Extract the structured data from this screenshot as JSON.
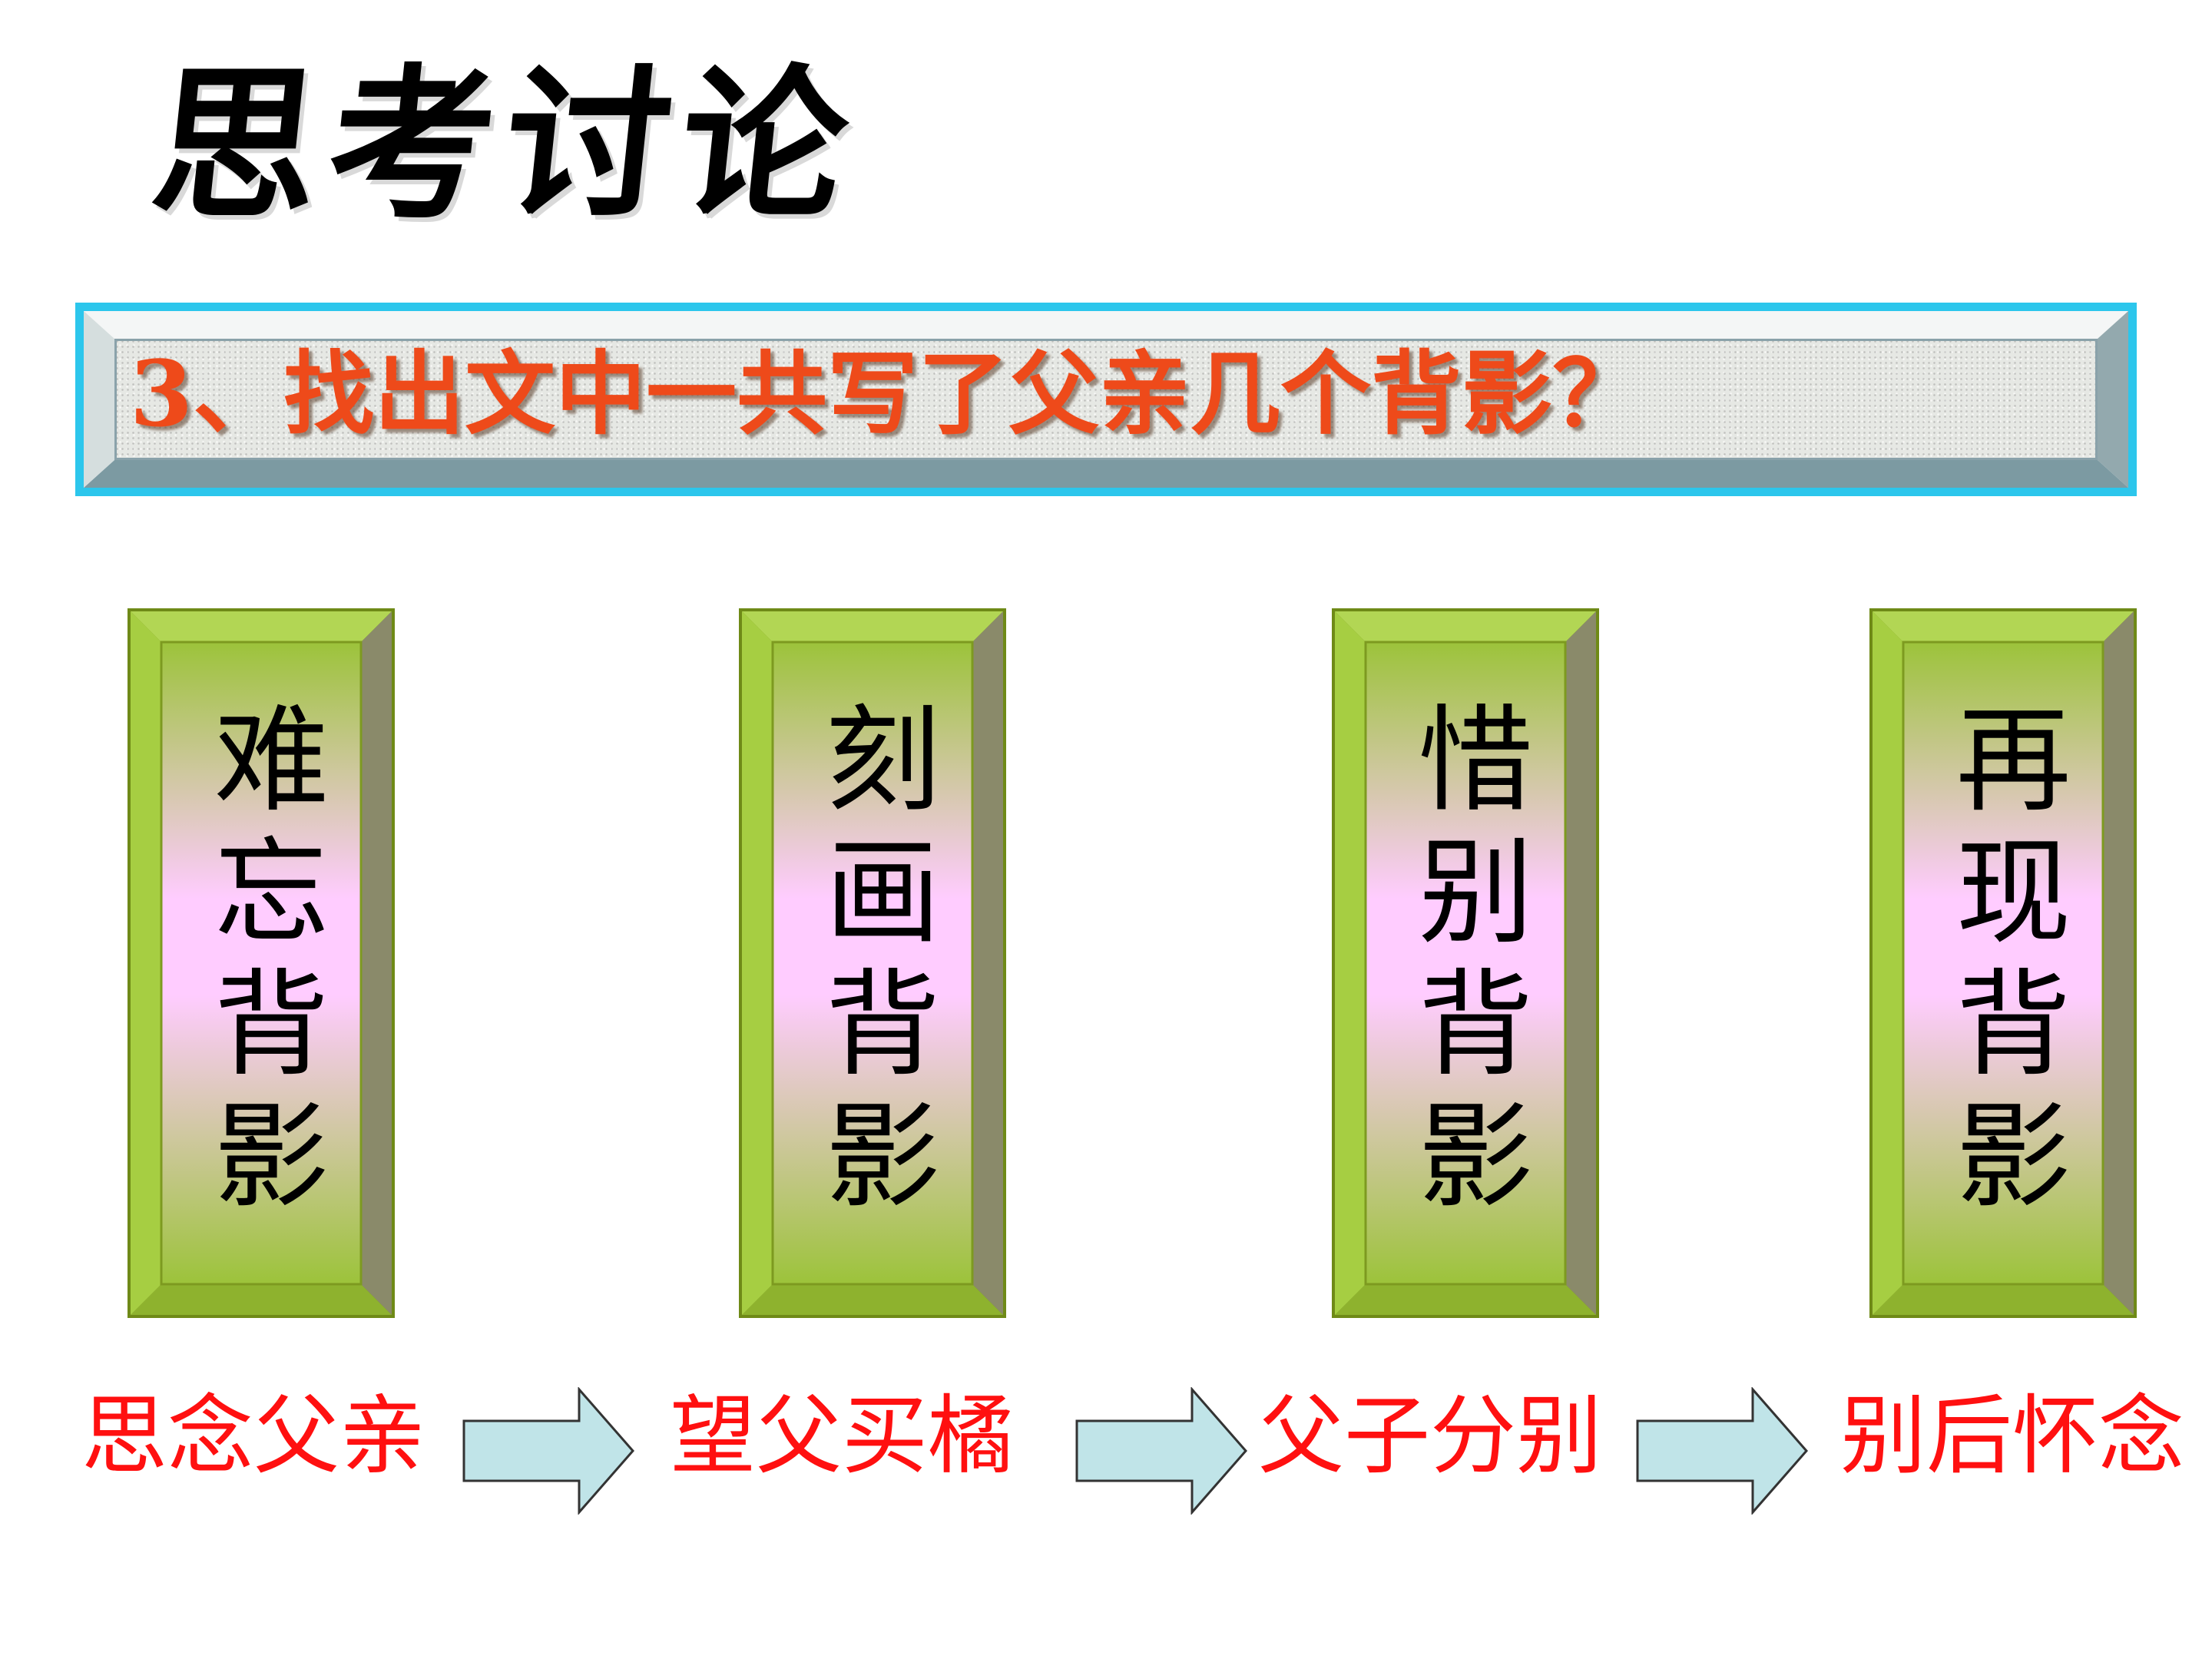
{
  "title": "思考讨论",
  "question": "3、找出文中一共写了父亲几个背影？",
  "cards": [
    {
      "text": "难忘背影"
    },
    {
      "text": "刻画背影"
    },
    {
      "text": "惜别背影"
    },
    {
      "text": "再现背影"
    }
  ],
  "labels": [
    {
      "text": "思念父亲"
    },
    {
      "text": "望父买橘"
    },
    {
      "text": "父子分别"
    },
    {
      "text": "别后怀念"
    }
  ],
  "colors": {
    "title": "#000000",
    "question": "#ee4a1a",
    "banner_border": "#2cc6ec",
    "card_frame": "#8fae2a",
    "card_center": "#ffccff",
    "label": "#ff1010",
    "arrow_fill": "#c0e4e8",
    "arrow_stroke": "#333333"
  }
}
